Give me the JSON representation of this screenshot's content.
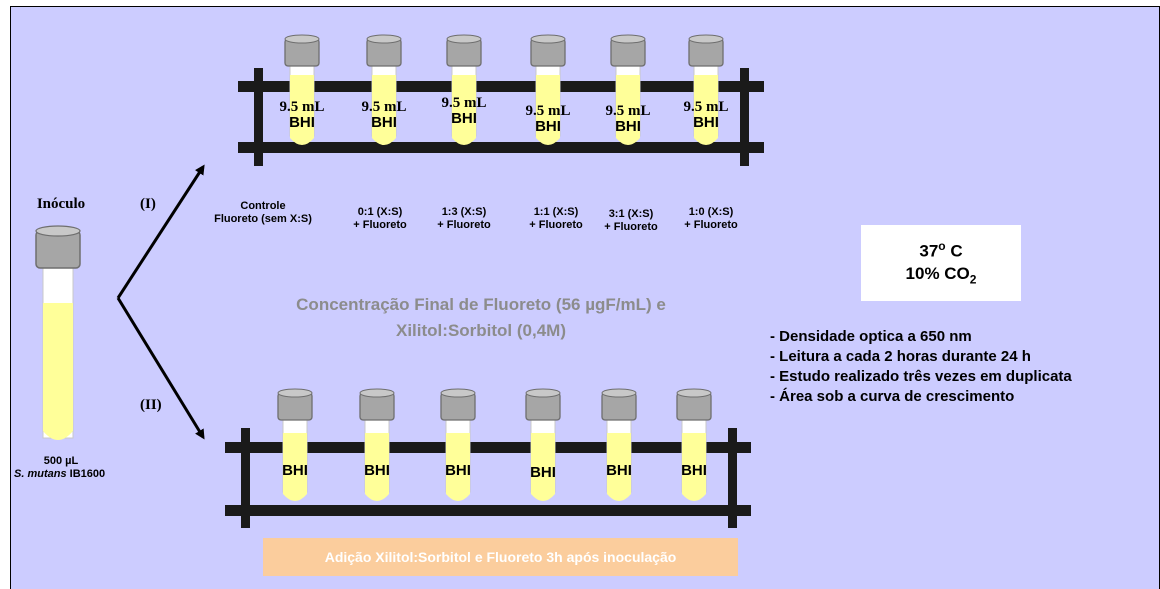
{
  "inoculo": {
    "title": "Inóculo",
    "volume": "500 µL",
    "species": "S. mutans",
    "strain": "IB1600"
  },
  "routes": {
    "route_1": "(I)",
    "route_2": "(II)"
  },
  "rack_top": {
    "tubes": [
      {
        "volume": "9.5 mL",
        "medium": "BHI"
      },
      {
        "volume": "9.5 mL",
        "medium": "BHI"
      },
      {
        "volume": "9.5 mL",
        "medium": "BHI"
      },
      {
        "volume": "9.5 mL",
        "medium": "BHI"
      },
      {
        "volume": "9.5 mL",
        "medium": "BHI"
      },
      {
        "volume": "9.5 mL",
        "medium": "BHI"
      }
    ],
    "groups": [
      {
        "line1": "Controle",
        "line2": "Fluoreto (sem X:S)"
      },
      {
        "line1": "0:1 (X:S)",
        "line2": "+ Fluoreto"
      },
      {
        "line1": "1:3 (X:S)",
        "line2": "+ Fluoreto"
      },
      {
        "line1": "1:1 (X:S)",
        "line2": "+ Fluoreto"
      },
      {
        "line1": "3:1 (X:S)",
        "line2": "+ Fluoreto"
      },
      {
        "line1": "1:0 (X:S)",
        "line2": "+ Fluoreto"
      }
    ]
  },
  "rack_bottom": {
    "tubes": [
      {
        "medium": "BHI"
      },
      {
        "medium": "BHI"
      },
      {
        "medium": "BHI"
      },
      {
        "medium": "BHI"
      },
      {
        "medium": "BHI"
      },
      {
        "medium": "BHI"
      }
    ]
  },
  "final_concentration": {
    "line1": "Concentração Final de Fluoreto (56 µgF/mL) e",
    "line2": "Xilitol:Sorbitol (0,4M)"
  },
  "conditions": {
    "temperature": "37",
    "temperature_sup": "o",
    "temperature_unit": " C",
    "co2_prefix": "10% CO",
    "co2_sub": "2"
  },
  "procedure": [
    "- Densidade optica a 650 nm",
    "- Leitura a cada 2 horas durante 24 h",
    "- Estudo realizado três vezes em duplicata",
    "- Área sob a curva de crescimento"
  ],
  "addition_note": "Adição Xilitol:Sorbitol e Fluoreto 3h após inoculação",
  "colors": {
    "background": "#ccccff",
    "liquid": "#ffff99",
    "cap": "#a6a6a6",
    "rack": "#1a1a1a",
    "note_bg": "#fbcd9d"
  }
}
